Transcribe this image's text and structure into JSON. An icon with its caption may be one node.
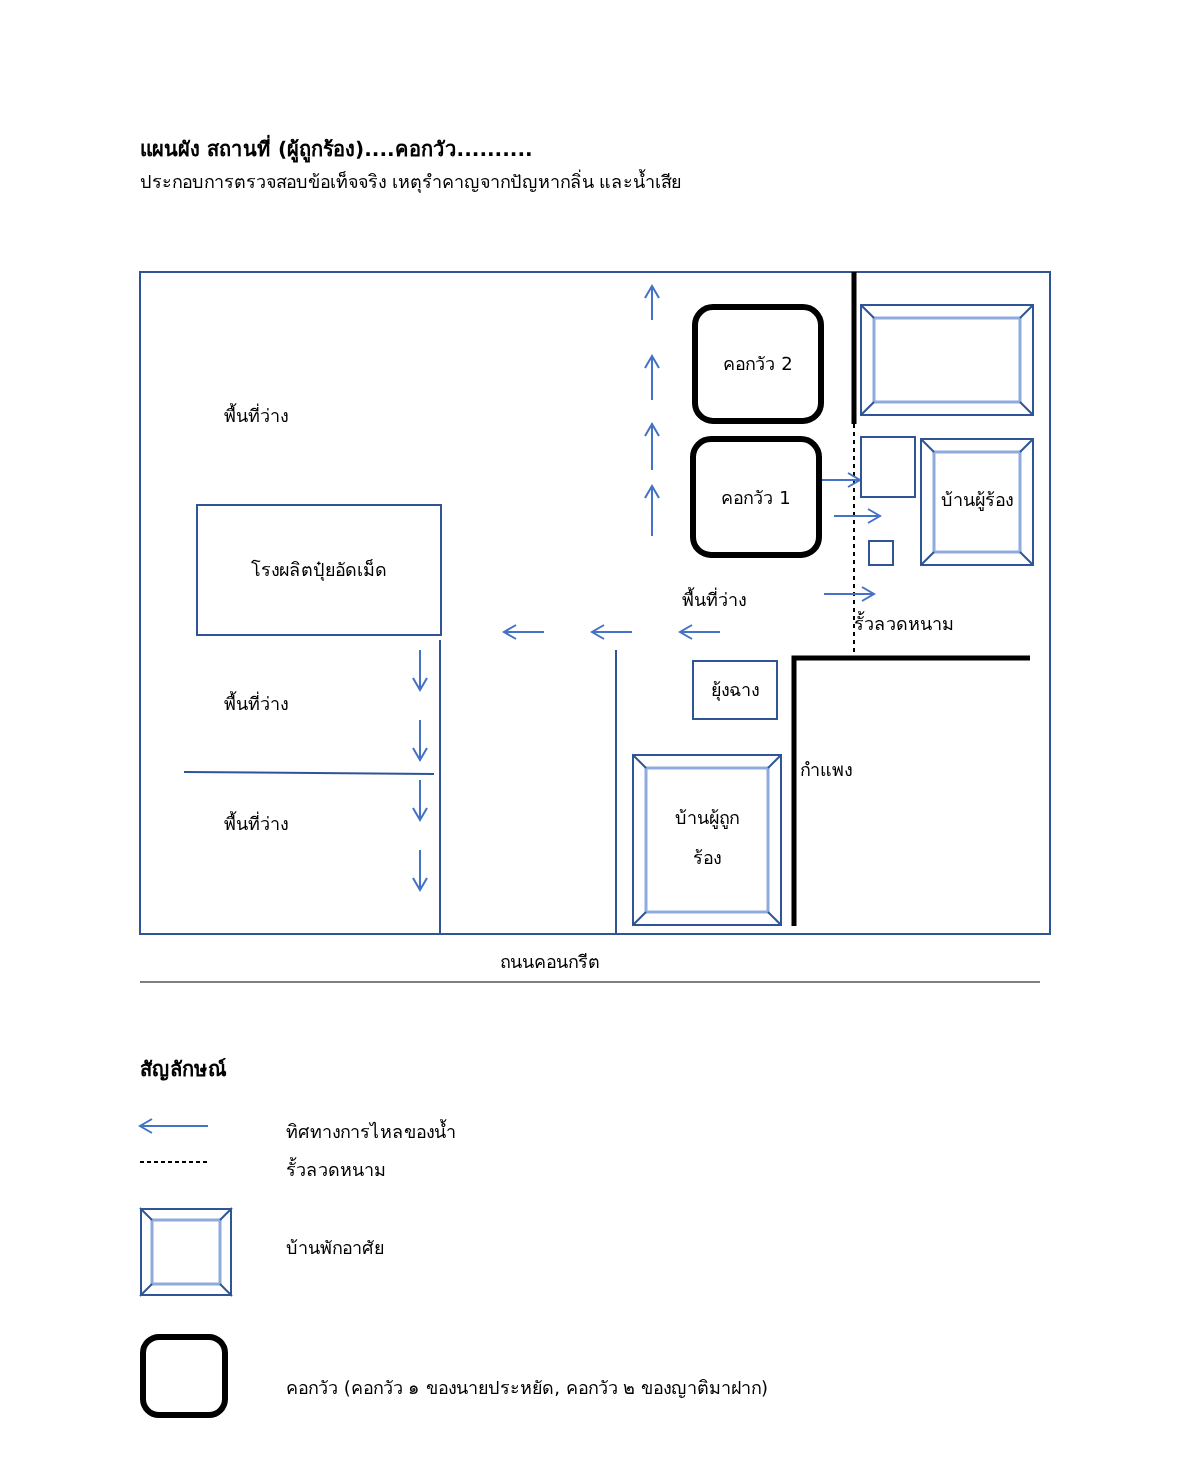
{
  "diagram": {
    "title": "แผนผัง สถานที่ (ผู้ถูกร้อง)....คอกวัว..........",
    "nodes": [
      {
        "text": [
          "โรงผลิตปุ๋ยอัดเม็ด"
        ]
      },
      {
        "text": [
          "คอกวัว 2"
        ]
      },
      {
        "text": [
          "คอกวัว 1"
        ]
      },
      {
        "text": [],
        "shape": "house"
      },
      {
        "text": [],
        "shape": "box"
      },
      {
        "text": [
          "บ้านผู้ร้อง"
        ]
      },
      {
        "text": [],
        "shape": "box"
      },
      {
        "text": [
          "ยุ้งฉาง"
        ]
      },
      {
        "text": [
          "บ้านผู้ถูกร้อง"
        ]
      }
    ],
    "edges": [
      {
        "from": 2,
        "to": 4,
        "arrow": "to"
      }
    ],
    "labels": [
      "ประกอบการตรวจสอบข้อเท็จจริง  เหตุรำคาญจากปัญหากลิ่น และน้ำเสีย",
      "พื้นที่ว่าง",
      "พื้นที่ว่าง",
      "พื้นที่ว่าง",
      "รั้วลวดหนาม",
      "พื้นที่ว่าง",
      "กำแพง",
      "ถนนคอนกรีต",
      "สัญลักษณ์"
    ],
    "legend": [
      {
        "text": "ทิศทางการไหลของน้ำ"
      },
      {
        "text": "รั้วลวดหนาม"
      },
      {
        "text": "บ้านพักอาศัย"
      },
      {
        "text": "คอกวัว (คอกวัว ๑ ของนายประหยัด, คอกวัว ๒ ของญาติมาฝาก)"
      }
    ]
  }
}
